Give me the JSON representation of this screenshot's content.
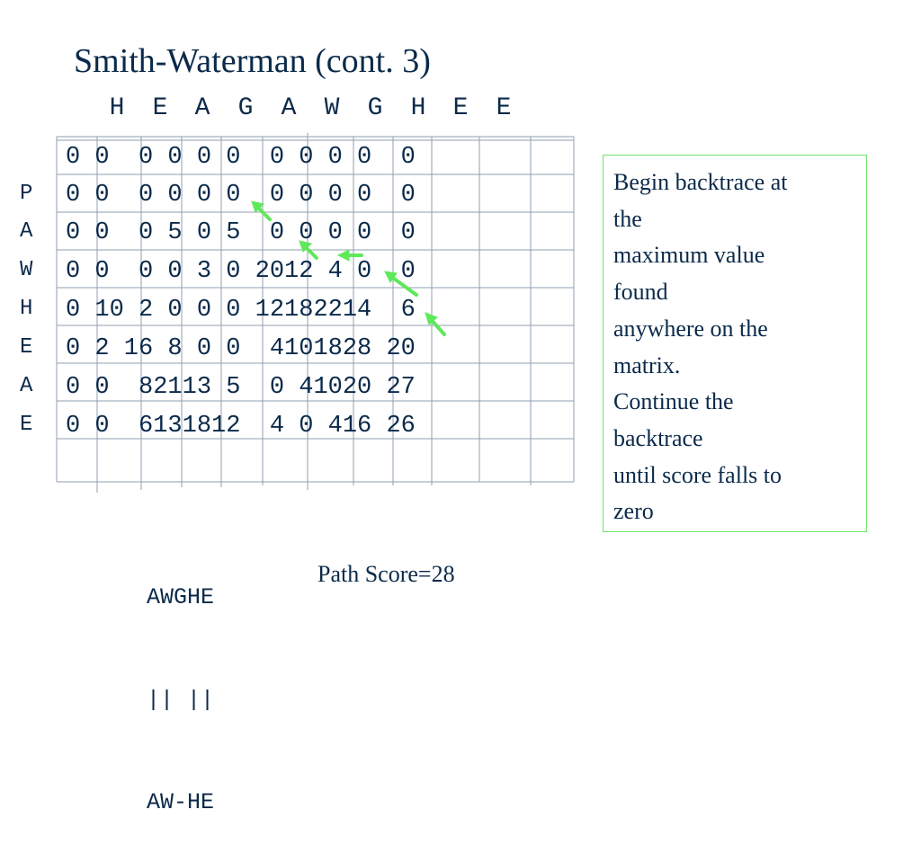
{
  "title": "Smith-Waterman (cont. 3)",
  "column_letters": [
    "H",
    "E",
    "A",
    "G",
    "A",
    "W",
    "G",
    "H",
    "E",
    "E"
  ],
  "row_letters": [
    "P",
    "A",
    "W",
    "H",
    "E",
    "A",
    "E"
  ],
  "matrix_rows": [
    "0 0  0 0 0 0  0 0 0 0  0",
    "0 0  0 0 0 0  0 0 0 0  0",
    "0 0  0 5 0 5  0 0 0 0  0",
    "0 0  0 0 3 0 2012 4 0  0",
    "0 10 2 0 0 0 12182214  6",
    "0 2 16 8 0 0  4101828 20",
    "0 0  82113 5  0 41020 27",
    "0 0  6131812  4 0 416 26"
  ],
  "callout_lines": [
    "Begin backtrace at",
    "the",
    "maximum value",
    "found",
    "anywhere on the",
    "matrix.",
    "Continue the",
    "backtrace",
    "until score falls to",
    "zero"
  ],
  "alignment": {
    "top": "AWGHE",
    "middle": "|| ||",
    "bottom": "AW-HE"
  },
  "path_score": "Path Score=28",
  "colors": {
    "text": "#0b2a4a",
    "grid": "#8f9fb2",
    "arrow": "#5ee85a",
    "callout_border": "#6ee36e"
  }
}
